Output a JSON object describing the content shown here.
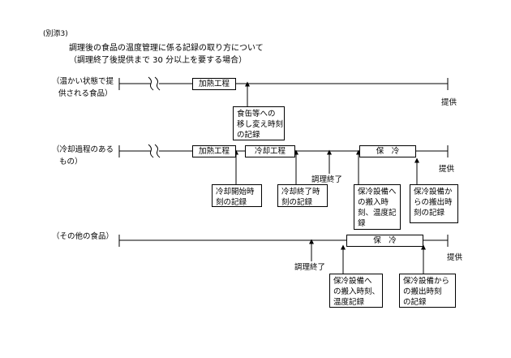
{
  "ref_label": "(別添3)",
  "title_line1": "調理後の食品の温度管理に係る記録の取り方について",
  "title_line2": "（調理終了後提供まで 30 分以上を要する場合）",
  "rows": [
    {
      "category": [
        "（温かい状態で提",
        "供される食品）"
      ],
      "bars": [
        "加熱工程"
      ],
      "boxes": [
        [
          "食缶等への",
          "移し変え時刻",
          "の記録"
        ]
      ],
      "end_label": "提供"
    },
    {
      "category": [
        "（冷却過程のある",
        "もの）"
      ],
      "bars": [
        "加熱工程",
        "冷却工程",
        "保　冷"
      ],
      "boxes": [
        [
          "冷却開始時",
          "刻の記録"
        ],
        [
          "冷却終了時",
          "刻の記録"
        ],
        [
          "保冷設備へ",
          "の搬入時",
          "刻、温度記",
          "録"
        ],
        [
          "保冷設備か",
          "らの搬出時",
          "刻の記録"
        ]
      ],
      "end_label": "提供",
      "marker": "調理終了"
    },
    {
      "category": [
        "（その他の食品）"
      ],
      "bars": [
        "保　冷"
      ],
      "boxes": [
        [
          "保冷設備へ",
          "の搬入時刻、",
          "温度記録"
        ],
        [
          "保冷設備から",
          "の搬出時刻",
          "の記録"
        ]
      ],
      "end_label": "提供",
      "marker": "調理終了"
    }
  ]
}
